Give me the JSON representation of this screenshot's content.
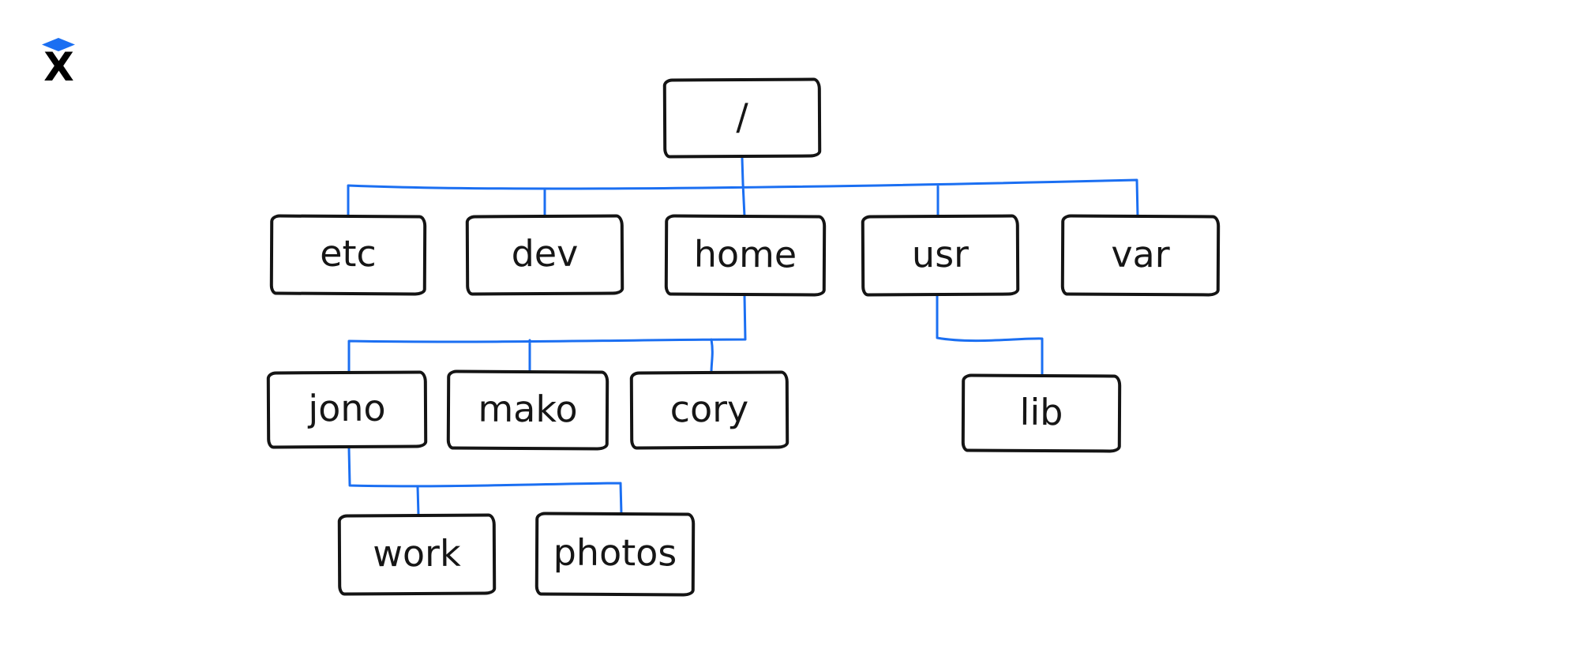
{
  "brand": {
    "logo_letter": "X"
  },
  "colors": {
    "connector_blue": "#1b6ff2",
    "node_stroke": "#141414",
    "background": "#ffffff",
    "logo_diamond_blue": "#1b6ff2"
  },
  "diagram": {
    "type": "tree",
    "description": "filesystem directory tree",
    "nodes": [
      {
        "id": "root",
        "label": "/",
        "parent": null
      },
      {
        "id": "etc",
        "label": "etc",
        "parent": "root"
      },
      {
        "id": "dev",
        "label": "dev",
        "parent": "root"
      },
      {
        "id": "home",
        "label": "home",
        "parent": "root"
      },
      {
        "id": "usr",
        "label": "usr",
        "parent": "root"
      },
      {
        "id": "var",
        "label": "var",
        "parent": "root"
      },
      {
        "id": "jono",
        "label": "jono",
        "parent": "home"
      },
      {
        "id": "mako",
        "label": "mako",
        "parent": "home"
      },
      {
        "id": "cory",
        "label": "cory",
        "parent": "home"
      },
      {
        "id": "lib",
        "label": "lib",
        "parent": "usr"
      },
      {
        "id": "work",
        "label": "work",
        "parent": "jono"
      },
      {
        "id": "photos",
        "label": "photos",
        "parent": "jono"
      }
    ]
  }
}
